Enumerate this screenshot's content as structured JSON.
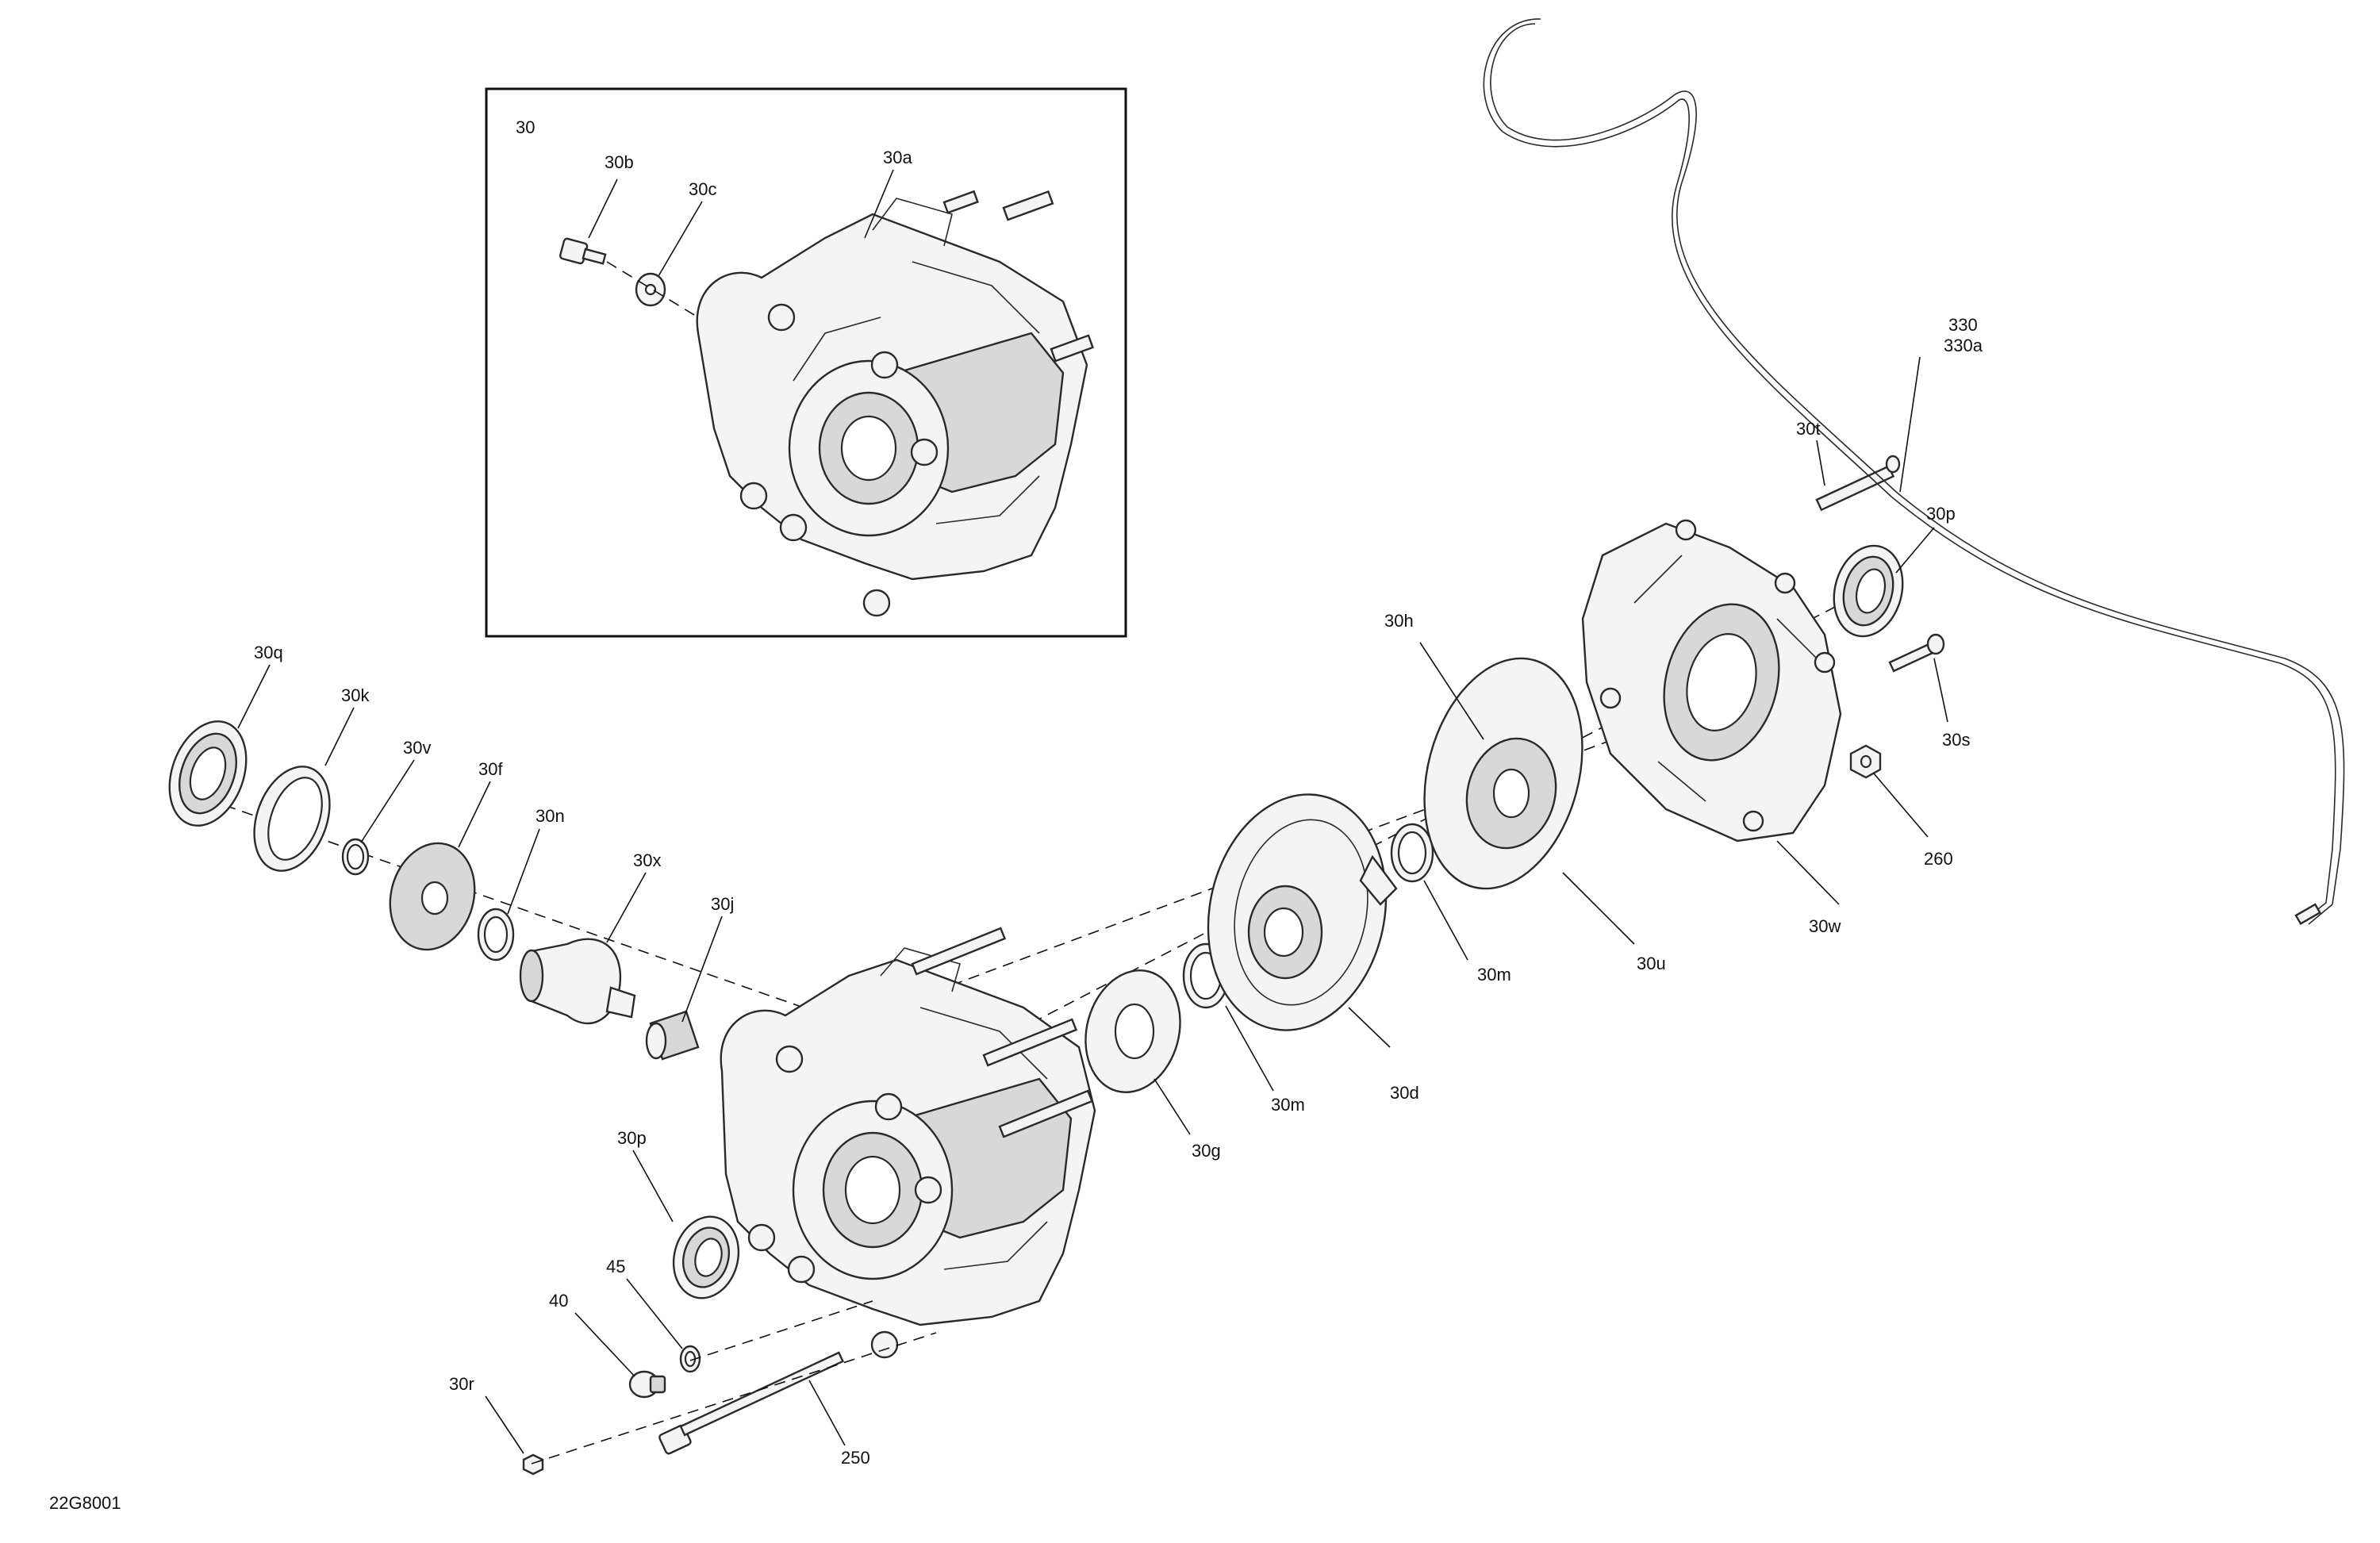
{
  "diagram": {
    "inset_label": "30",
    "figure_code": "22G8001",
    "callouts": {
      "c30a": "30a",
      "c30b": "30b",
      "c30c": "30c",
      "c30q": "30q",
      "c30k": "30k",
      "c30v": "30v",
      "c30f": "30f",
      "c30n": "30n",
      "c30x": "30x",
      "c30j": "30j",
      "c30p_left": "30p",
      "c45": "45",
      "c40": "40",
      "c30r": "30r",
      "c250": "250",
      "c30g": "30g",
      "c30m_lower": "30m",
      "c30d": "30d",
      "c30m_upper": "30m",
      "c30u": "30u",
      "c30h": "30h",
      "c30t": "30t",
      "c30p_right": "30p",
      "c30s": "30s",
      "c260": "260",
      "c30w": "30w",
      "c330": "330",
      "c330a": "330a"
    }
  }
}
